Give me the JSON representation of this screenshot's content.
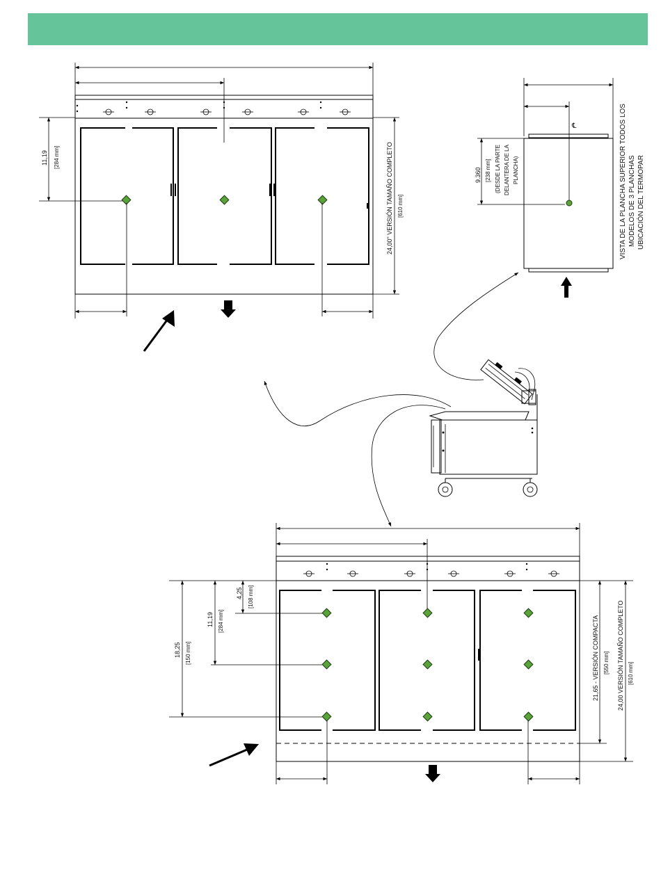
{
  "colors": {
    "header_band": "#66c49a",
    "thermocouple_marker": "#5aa33a"
  },
  "top_view_3_platen": {
    "dim_vertical_in": "11,19",
    "dim_vertical_mm": "[284 mm]",
    "dim_depth_label": "24,00\" VERSIÓN TAMAÑO COMPLETO",
    "dim_depth_mm": "[610 mm]"
  },
  "side_view": {
    "dim_in": "9.360",
    "dim_mm": "[238 mm]",
    "note_line1": "(DESDE LA PARTE",
    "note_line2": "DELANTERA DE LA",
    "note_line3": "PLANCHA)",
    "centerline_symbol": "℄",
    "title_line1": "VISTA DE LA PLANCHA SUPERIOR TODOS LOS",
    "title_line2": "MODELOS DE 3 PLANCHAS",
    "title_line3": "UBICACIÓN DEL TERMOPAR"
  },
  "bottom_view_9_point": {
    "dim_a_in": "4,25",
    "dim_a_mm": "[108 mm]",
    "dim_b_in": "11,19",
    "dim_b_mm": "[284 mm]",
    "dim_c_in": "18,25",
    "dim_c_mm": "[150 mm]",
    "dim_compact_label": "21,65 - VERSIÓN COMPACTA",
    "dim_compact_mm": "[550 mm]",
    "dim_full_label": "24,00 VERSIÓN TAMAÑO COMPLETO",
    "dim_full_mm": "[610 mm]"
  }
}
